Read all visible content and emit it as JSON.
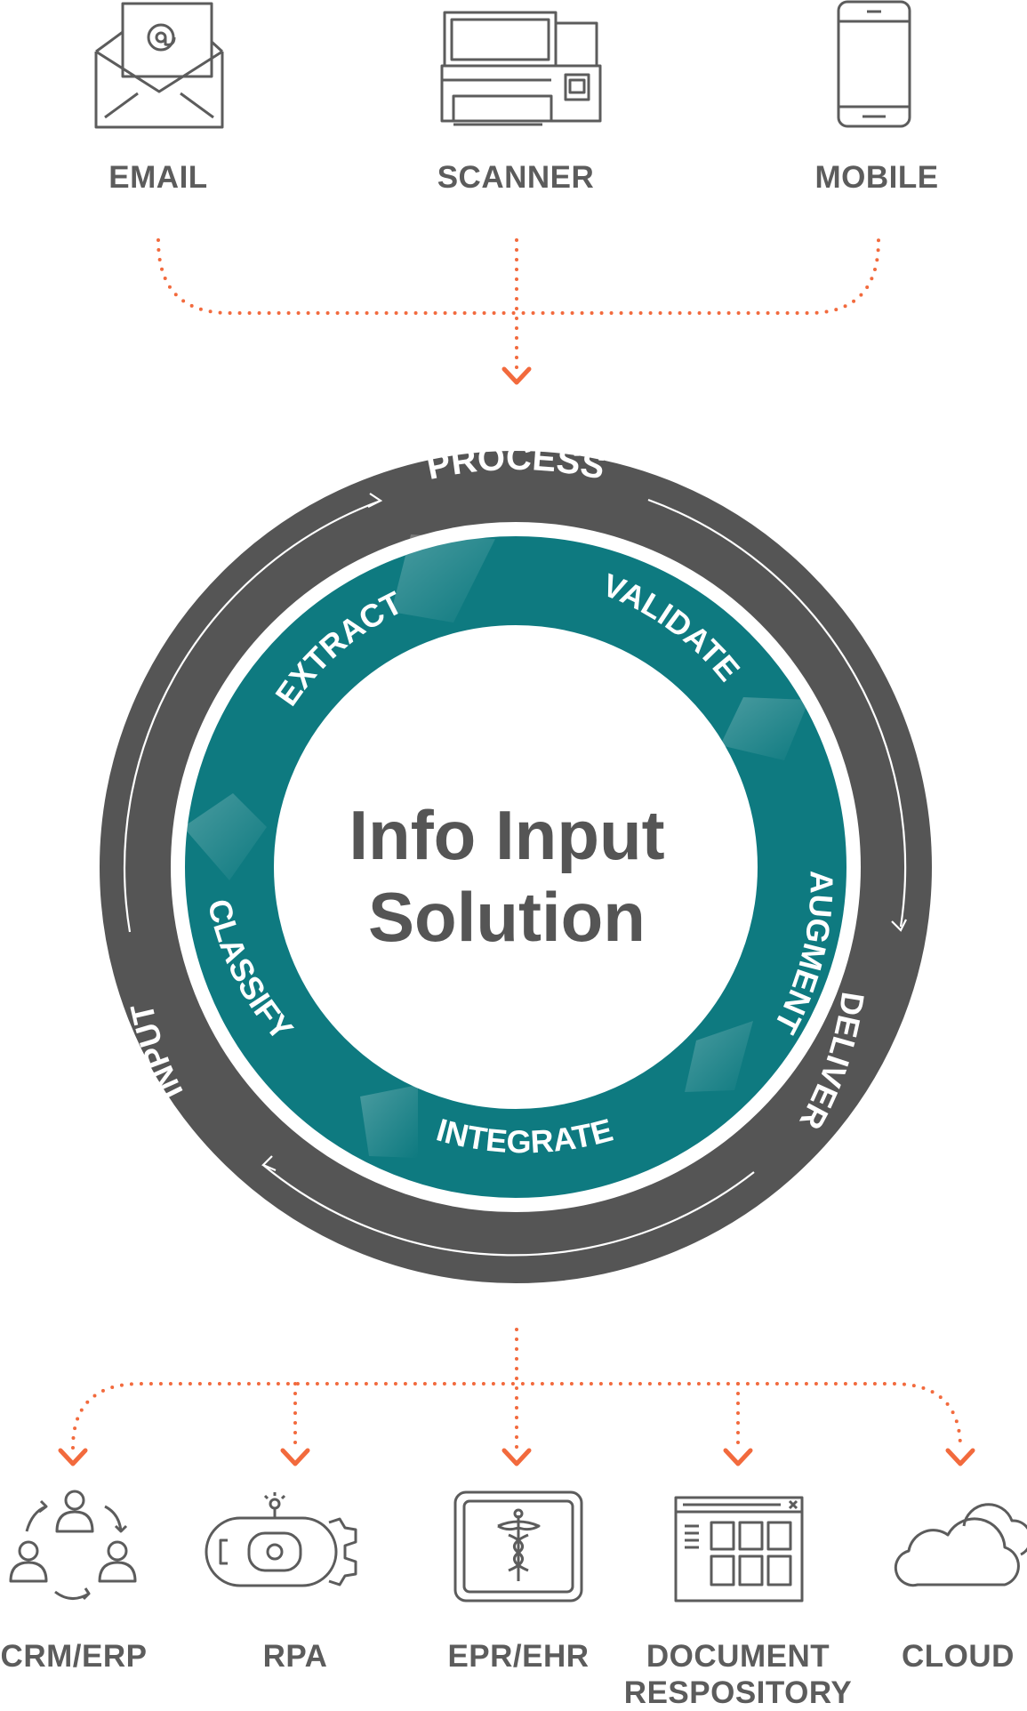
{
  "inputs": [
    {
      "label": "EMAIL",
      "icon": "email-icon"
    },
    {
      "label": "SCANNER",
      "icon": "scanner-icon"
    },
    {
      "label": "MOBILE",
      "icon": "mobile-icon"
    }
  ],
  "ring": {
    "outer_labels": {
      "process": "PROCESS",
      "deliver": "DELIVER",
      "input": "INPUT"
    },
    "inner_labels": {
      "extract": "EXTRACT",
      "validate": "VALIDATE",
      "augment": "AUGMENT",
      "integrate": "INTEGRATE",
      "classify": "CLASSIFY"
    },
    "center_line1": "Info Input",
    "center_line2": "Solution"
  },
  "outputs": [
    {
      "label": "CRM/ERP",
      "icon": "crm-erp-icon"
    },
    {
      "label": "RPA",
      "icon": "rpa-robot-icon"
    },
    {
      "label": "EPR/EHR",
      "icon": "medical-caduceus-icon"
    },
    {
      "label": "DOCUMENT",
      "label2": "RESPOSITORY",
      "icon": "document-grid-icon"
    },
    {
      "label": "CLOUD",
      "icon": "cloud-icon"
    }
  ],
  "colors": {
    "connector": "#f26a3d",
    "outer_ring": "#555555",
    "inner_ring": "#0e7a80",
    "text": "#5c5c5c",
    "icon_stroke": "#5c5c5c"
  }
}
